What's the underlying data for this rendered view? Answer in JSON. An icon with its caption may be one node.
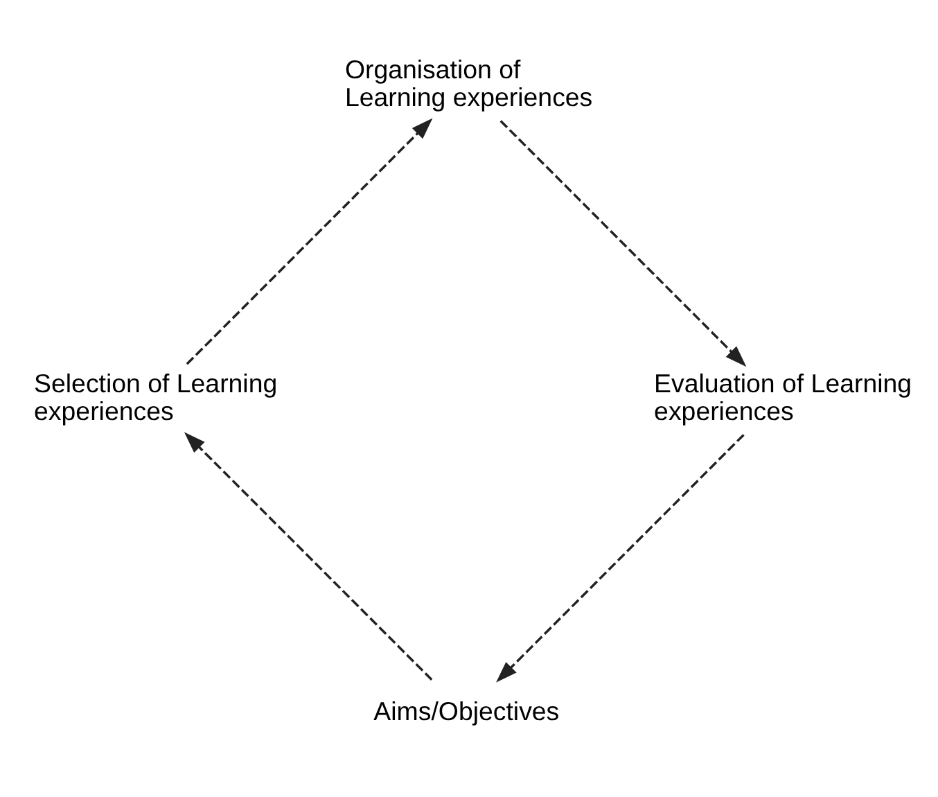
{
  "diagram": {
    "nodes": [
      {
        "text": [
          "Aims/Objectives"
        ]
      },
      {
        "text": [
          "Selection of Learning experiences"
        ]
      },
      {
        "text": [
          "Evaluation of Learning experiences"
        ]
      },
      {
        "text": [
          "Organisation of Learning experiences"
        ]
      }
    ],
    "edges": [
      {
        "from": 0,
        "to": 1,
        "arrow": "to",
        "style": "dashed"
      },
      {
        "from": 1,
        "to": 3,
        "arrow": "to",
        "style": "dashed"
      },
      {
        "from": 3,
        "to": 2,
        "arrow": "to",
        "style": "dashed"
      },
      {
        "from": 2,
        "to": 0,
        "arrow": "to",
        "style": "dashed"
      }
    ]
  }
}
